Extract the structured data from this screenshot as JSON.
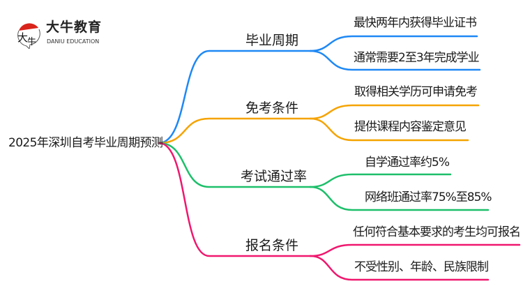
{
  "logo": {
    "name_cn": "大牛教育",
    "name_en": "DANIU EDUCATION",
    "mark_text": "大牛"
  },
  "root": {
    "label": "2025年深圳自考毕业周期预测"
  },
  "colors": {
    "blue": "#1e88f5",
    "orange": "#f5a300",
    "green": "#1dbf6a",
    "pink": "#f0176e"
  },
  "branches": [
    {
      "label": "毕业周期",
      "leaves": [
        "最快两年内获得毕业证书",
        "通常需要2至3年完成学业"
      ]
    },
    {
      "label": "免考条件",
      "leaves": [
        "取得相关学历可申请免考",
        "提供课程内容鉴定意见"
      ]
    },
    {
      "label": "考试通过率",
      "leaves": [
        "自学通过率约5%",
        "网络班通过率75%至85%"
      ]
    },
    {
      "label": "报名条件",
      "leaves": [
        "任何符合基本要求的考生均可报名",
        "不受性别、年龄、民族限制"
      ]
    }
  ]
}
